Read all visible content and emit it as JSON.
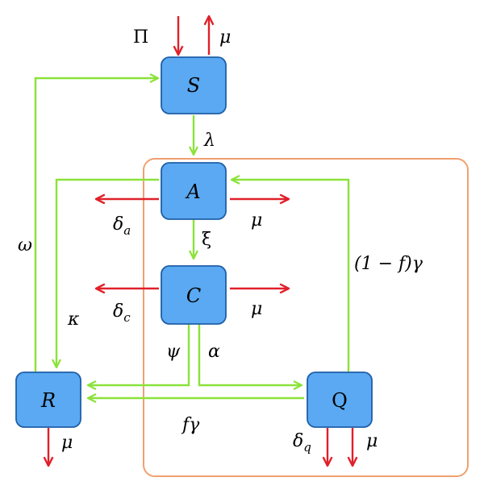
{
  "colors": {
    "node_fill": "#5aa9f2",
    "node_stroke": "#1f5fa8",
    "green_flow": "#8ae23a",
    "red_flow": "#e0202a",
    "box_outline": "#f0a070"
  },
  "nodes": {
    "S": "S",
    "A": "A",
    "C": "C",
    "R": "R",
    "Q": "Q"
  },
  "params": {
    "Pi": "Π",
    "mu": "μ",
    "lambda": "λ",
    "delta": "δ",
    "a": "a",
    "c": "c",
    "q": "q",
    "xi": "ξ",
    "omega": "ω",
    "kappa": "κ",
    "psi": "ψ",
    "alpha": "α",
    "f_gamma": "fγ",
    "one_minus_f_gamma": "(1 − f)γ"
  }
}
